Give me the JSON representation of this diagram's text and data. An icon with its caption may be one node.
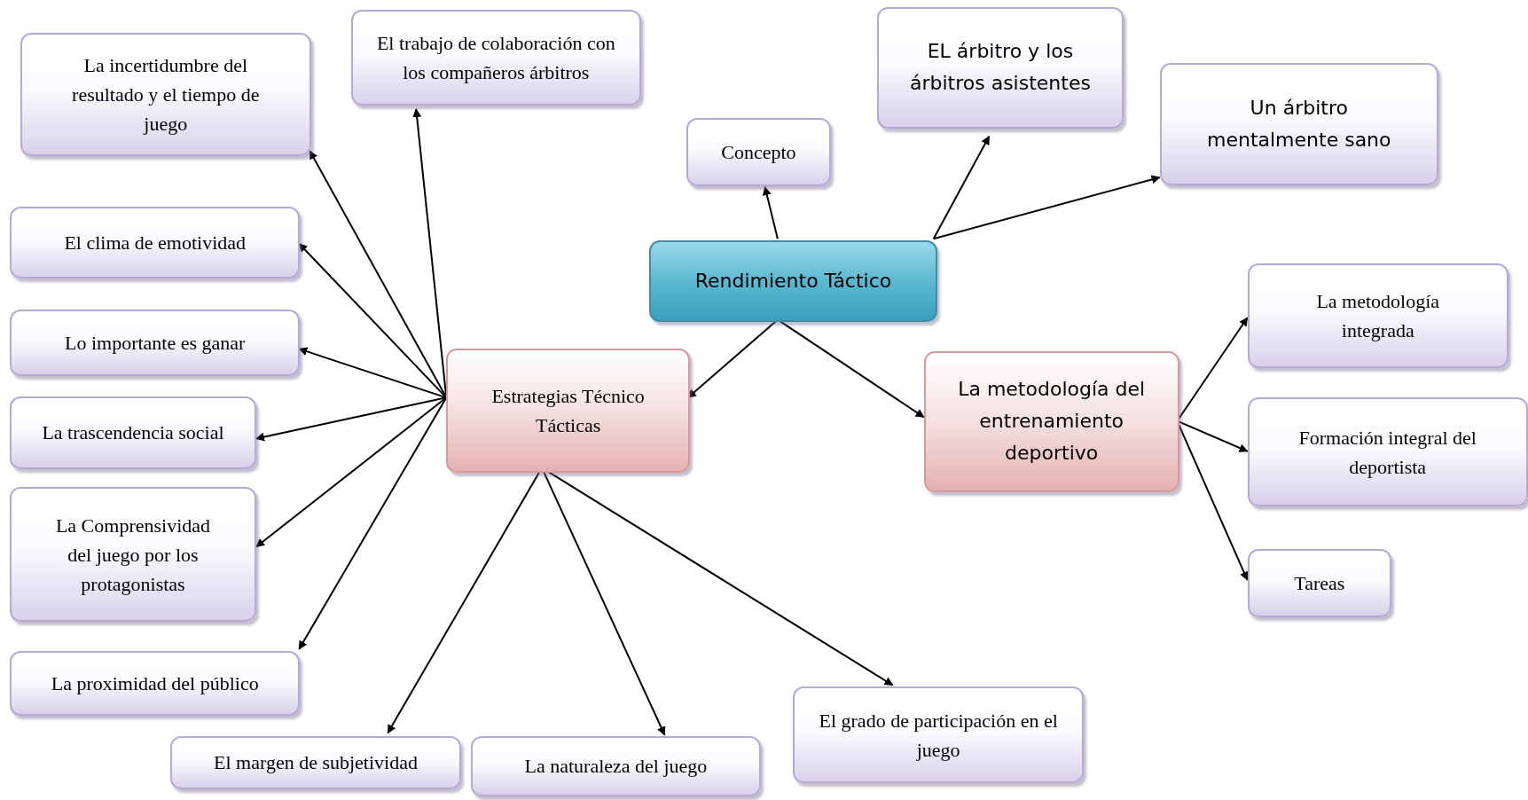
{
  "diagram": {
    "nodes": [
      {
        "text": [
          "Rendimiento Táctico"
        ]
      },
      {
        "text": [
          "Concepto"
        ]
      },
      {
        "text": [
          "EL árbitro y los árbitros asistentes"
        ]
      },
      {
        "text": [
          "Un árbitro mentalmente sano"
        ]
      },
      {
        "text": [
          "Estrategias Técnico Tácticas"
        ]
      },
      {
        "text": [
          "La metodología del entrenamiento deportivo"
        ]
      },
      {
        "text": [
          "La metodología integrada"
        ]
      },
      {
        "text": [
          "Formación integral del deportista"
        ]
      },
      {
        "text": [
          "Tareas"
        ]
      },
      {
        "text": [
          "La incertidumbre del resultado y el tiempo de juego"
        ]
      },
      {
        "text": [
          "El trabajo de colaboración con los compañeros árbitros"
        ]
      },
      {
        "text": [
          "El clima de emotividad"
        ]
      },
      {
        "text": [
          "Lo importante es ganar"
        ]
      },
      {
        "text": [
          "La trascendencia social"
        ]
      },
      {
        "text": [
          "La Comprensividad del juego por los protagonistas"
        ]
      },
      {
        "text": [
          "La proximidad del público"
        ]
      },
      {
        "text": [
          "El margen de subjetividad"
        ]
      },
      {
        "text": [
          "La naturaleza del juego"
        ]
      },
      {
        "text": [
          "El grado de participación en el juego"
        ]
      }
    ],
    "edges": [
      {
        "from": 0,
        "to": 1,
        "arrow": "to"
      },
      {
        "from": 0,
        "to": 2,
        "arrow": "to"
      },
      {
        "from": 0,
        "to": 3,
        "arrow": "to"
      },
      {
        "from": 0,
        "to": 4,
        "arrow": "to"
      },
      {
        "from": 0,
        "to": 5,
        "arrow": "to"
      },
      {
        "from": 5,
        "to": 6,
        "arrow": "to"
      },
      {
        "from": 5,
        "to": 7,
        "arrow": "to"
      },
      {
        "from": 5,
        "to": 8,
        "arrow": "to"
      },
      {
        "from": 4,
        "to": 9,
        "arrow": "to"
      },
      {
        "from": 4,
        "to": 10,
        "arrow": "to"
      },
      {
        "from": 4,
        "to": 11,
        "arrow": "to"
      },
      {
        "from": 4,
        "to": 12,
        "arrow": "to"
      },
      {
        "from": 4,
        "to": 13,
        "arrow": "to"
      },
      {
        "from": 4,
        "to": 14,
        "arrow": "to"
      },
      {
        "from": 4,
        "to": 15,
        "arrow": "to"
      },
      {
        "from": 4,
        "to": 16,
        "arrow": "to"
      },
      {
        "from": 4,
        "to": 17,
        "arrow": "to"
      },
      {
        "from": 4,
        "to": 18,
        "arrow": "to"
      }
    ]
  }
}
